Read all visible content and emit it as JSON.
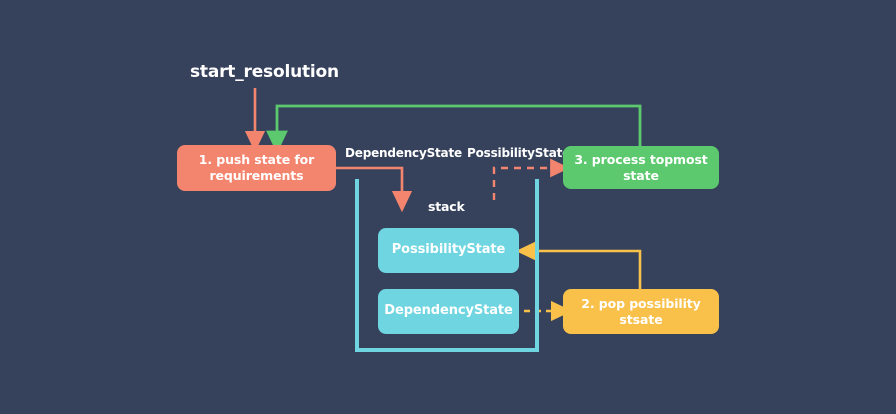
{
  "diagram": {
    "title": "start_resolution",
    "background_color": "#36425c",
    "labels": {
      "stack": "stack",
      "dependency_state_edge": "DependencyState",
      "possibility_state_edge": "PossibilityState"
    },
    "nodes": {
      "push": {
        "line1": "1.  push state for",
        "line2": "requirements",
        "color": "#f3846e"
      },
      "process": {
        "text": "3. process topmost state",
        "color": "#5cc96e"
      },
      "pop": {
        "text": "2. pop possibility stsate",
        "color": "#f9c04a"
      },
      "stack_top": {
        "text": "PossibilityState",
        "color": "#6fd5e0"
      },
      "stack_bottom": {
        "text": "DependencyState",
        "color": "#6fd5e0"
      }
    },
    "colors": {
      "salmon": "#f3846e",
      "green": "#5cc96e",
      "yellow": "#f9c04a",
      "cyan": "#6fd5e0",
      "text": "#ffffff"
    }
  }
}
